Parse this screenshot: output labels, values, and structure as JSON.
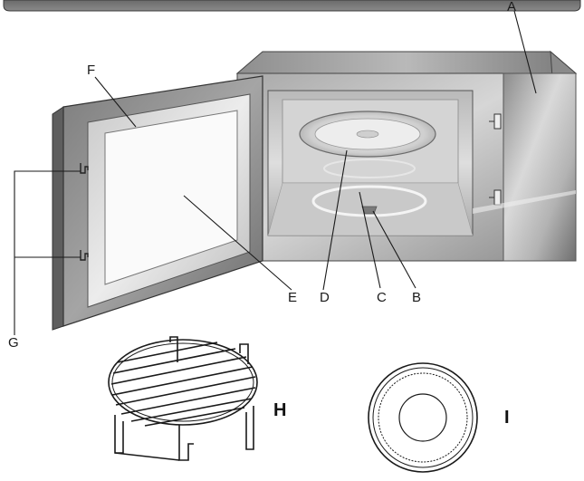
{
  "labels": {
    "A": "A",
    "B": "B",
    "C": "C",
    "D": "D",
    "E": "E",
    "F": "F",
    "G": "G",
    "H": "H",
    "I": "I"
  },
  "colors": {
    "body_dark": "#5a5a5a",
    "body_mid": "#9a9a9a",
    "body_light": "#d8d8d8",
    "cavity": "#c4c4c4",
    "glass": "#f4f4f4",
    "line": "#1a1a1a"
  }
}
